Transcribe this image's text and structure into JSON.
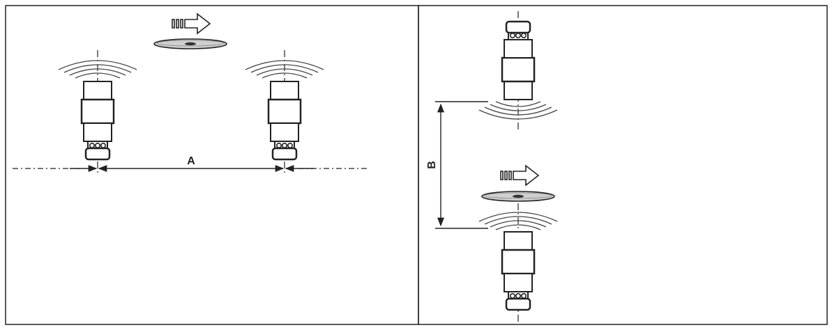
{
  "diagram": {
    "left_panel": {
      "dimension_label": "A",
      "sensors": [
        {
          "name": "left-sensor",
          "orientation": "up"
        },
        {
          "name": "right-sensor",
          "orientation": "up"
        }
      ],
      "target": {
        "icon": "disc-target",
        "motion": "right-arrow-icon"
      }
    },
    "right_panel": {
      "dimension_label": "B",
      "sensors": [
        {
          "name": "top-sensor",
          "orientation": "down"
        },
        {
          "name": "bottom-sensor",
          "orientation": "up"
        }
      ],
      "target": {
        "icon": "disc-target",
        "motion": "right-arrow-icon"
      }
    },
    "colors": {
      "line": "#222222",
      "fill": "#ffffff",
      "disc": "#c8c8c8"
    }
  }
}
